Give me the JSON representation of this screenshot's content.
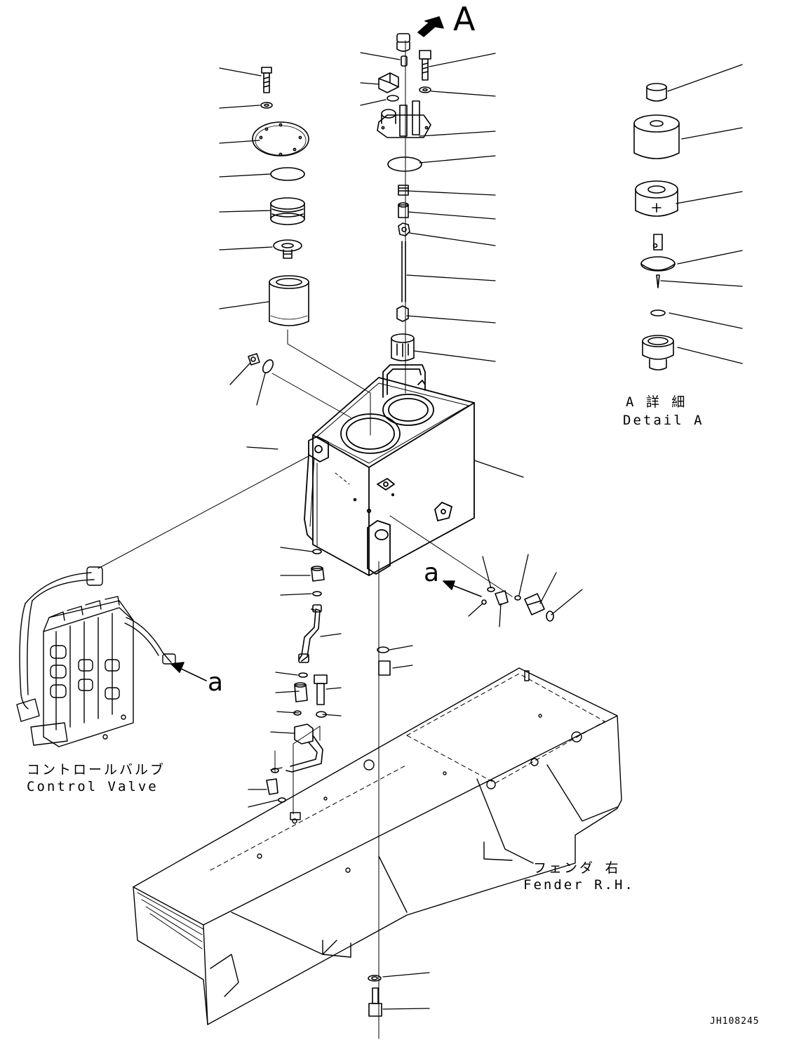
{
  "labels": {
    "view_letter": "A",
    "detail_ja": "A 詳 細",
    "detail_en": "Detail A",
    "arrow_a_right": "a",
    "arrow_a_left": "a",
    "control_valve_ja": "コントロールバルブ",
    "control_valve_en": "Control Valve",
    "fender_ja": "フェンダ 右",
    "fender_en": "Fender R.H.",
    "drawing_code": "JH108245"
  }
}
